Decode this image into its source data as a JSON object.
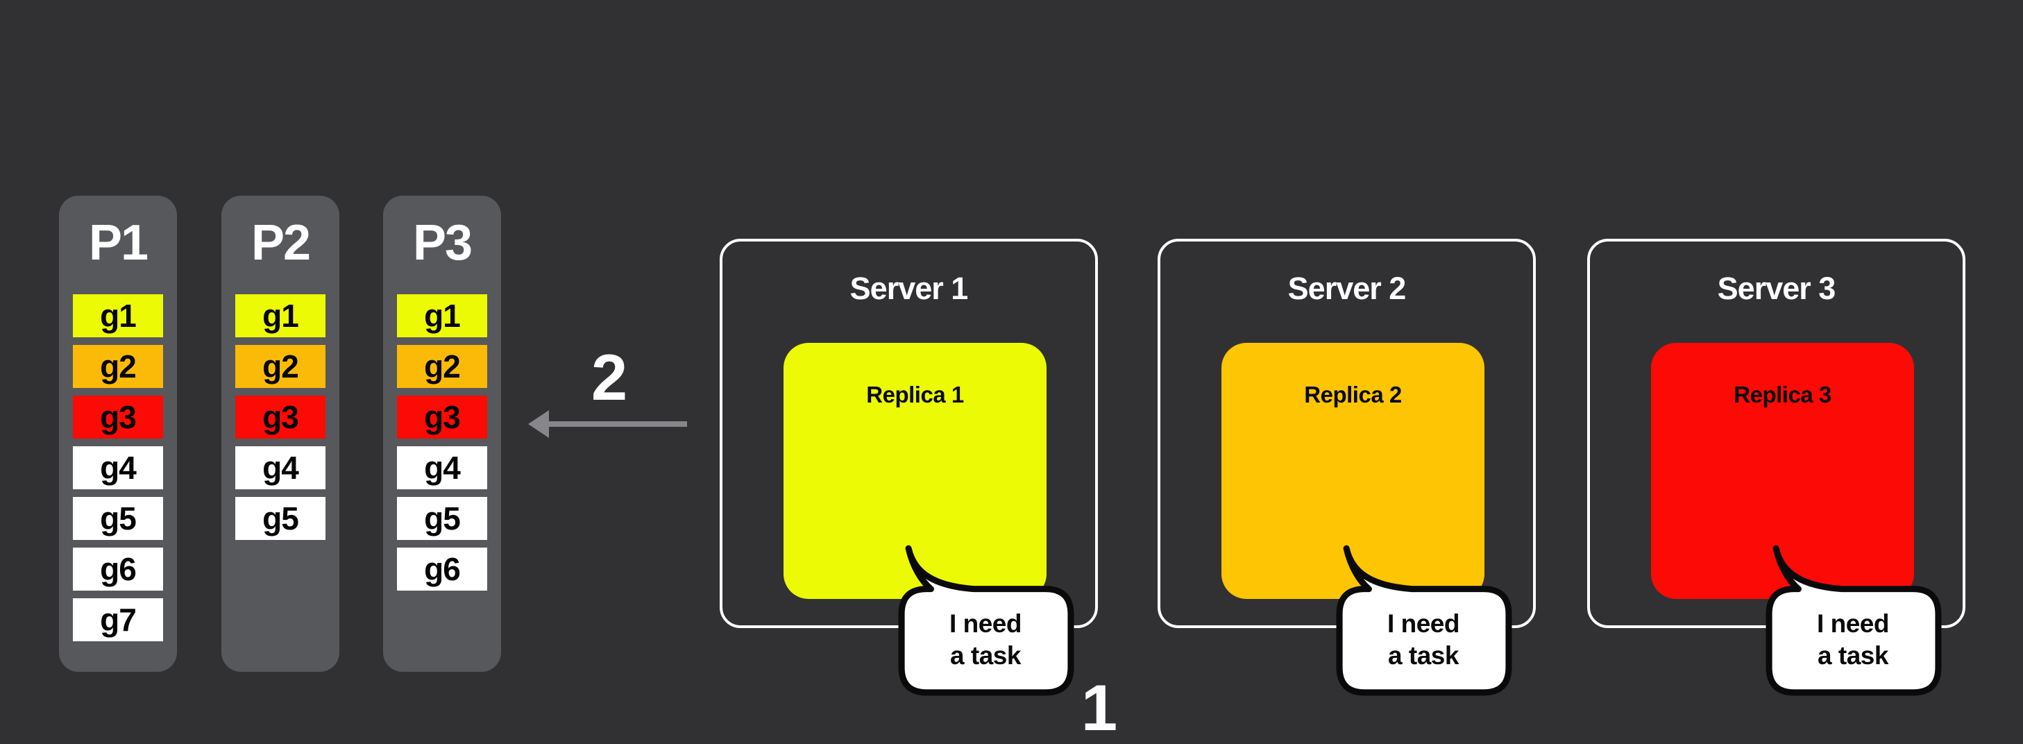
{
  "background_color": "#313133",
  "panel_color": "#57585b",
  "task_colors": {
    "g1": "#ecfa06",
    "g2": "#fcba08",
    "g3": "#fc0a06",
    "default": "#ffffff"
  },
  "partitions": [
    {
      "label": "P1",
      "tasks": [
        {
          "label": "g1",
          "color": "#ecfa06"
        },
        {
          "label": "g2",
          "color": "#fcba08"
        },
        {
          "label": "g3",
          "color": "#fc0a06"
        },
        {
          "label": "g4",
          "color": "#ffffff"
        },
        {
          "label": "g5",
          "color": "#ffffff"
        },
        {
          "label": "g6",
          "color": "#ffffff"
        },
        {
          "label": "g7",
          "color": "#ffffff"
        }
      ]
    },
    {
      "label": "P2",
      "tasks": [
        {
          "label": "g1",
          "color": "#ecfa06"
        },
        {
          "label": "g2",
          "color": "#fcba08"
        },
        {
          "label": "g3",
          "color": "#fc0a06"
        },
        {
          "label": "g4",
          "color": "#ffffff"
        },
        {
          "label": "g5",
          "color": "#ffffff"
        }
      ]
    },
    {
      "label": "P3",
      "tasks": [
        {
          "label": "g1",
          "color": "#ecfa06"
        },
        {
          "label": "g2",
          "color": "#fcba08"
        },
        {
          "label": "g3",
          "color": "#fc0a06"
        },
        {
          "label": "g4",
          "color": "#ffffff"
        },
        {
          "label": "g5",
          "color": "#ffffff"
        },
        {
          "label": "g6",
          "color": "#ffffff"
        }
      ]
    }
  ],
  "steps": {
    "fetch_arrow_label": "2",
    "request_label": "1",
    "arrow_color": "#87878b"
  },
  "servers": [
    {
      "title": "Server 1",
      "replica_label": "Replica 1",
      "replica_color": "#ecfa06",
      "bubble_text": "I need\na task"
    },
    {
      "title": "Server 2",
      "replica_label": "Replica 2",
      "replica_color": "#fdc503",
      "bubble_text": "I need\na task"
    },
    {
      "title": "Server 3",
      "replica_label": "Replica 3",
      "replica_color": "#fc0a06",
      "bubble_text": "I need\na task"
    }
  ]
}
